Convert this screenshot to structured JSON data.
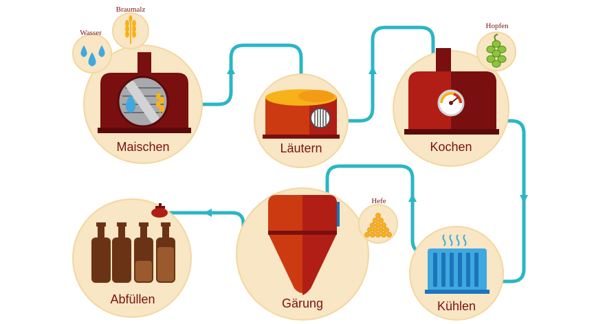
{
  "colors": {
    "pipe": "#2bb6c6",
    "circle_fill": "#f8e6c4",
    "circle_stroke": "#f3d7a0",
    "vessel_dark": "#7a0f0f",
    "vessel_mid": "#b01e16",
    "vessel_orange": "#cc3a12",
    "amber": "#f7b21a",
    "label": "#7a1111",
    "bottle_brown": "#6b3315",
    "cooler_blue": "#3fa9df"
  },
  "steps": {
    "maischen": "Maischen",
    "laeutern": "Läutern",
    "kochen": "Kochen",
    "kuehlen": "Kühlen",
    "gaerung": "Gärung",
    "abfuellen": "Abfüllen"
  },
  "ingredients": {
    "wasser": "Wasser",
    "braumalz": "Braumalz",
    "hopfen": "Hopfen",
    "hefe": "Hefe"
  },
  "icons": [
    "water-drops-icon",
    "wheat-icon",
    "hops-icon",
    "yeast-icon",
    "thermometer-gauge-icon",
    "steam-icon",
    "valve-icon",
    "bottle-icon"
  ]
}
